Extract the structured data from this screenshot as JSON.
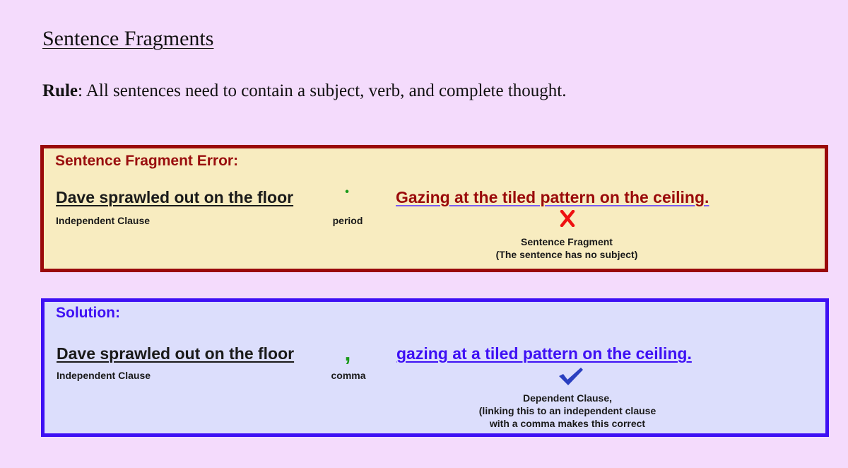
{
  "page": {
    "title": "Sentence Fragments",
    "rule_label": "Rule",
    "rule_text": ":  All sentences need to contain a subject, verb, and complete thought."
  },
  "error_box": {
    "heading": "Sentence Fragment Error:",
    "independent_clause": "Dave sprawled out on the floor",
    "independent_clause_label": "Independent Clause",
    "punctuation_mark": "•",
    "punctuation_label": "period",
    "fragment": "Gazing at the tiled pattern on the ceiling.",
    "mark_icon": "red-x-icon",
    "note_line1": "Sentence Fragment",
    "note_line2": "(The sentence has no subject)",
    "colors": {
      "border": "#9a0a0a",
      "background": "#f8ecc0",
      "text": "#990e0e",
      "mark": "#ee1111"
    }
  },
  "solution_box": {
    "heading": "Solution:",
    "independent_clause": "Dave sprawled out on the floor",
    "independent_clause_label": "Independent Clause",
    "punctuation_mark": ",",
    "punctuation_label": "comma",
    "dependent_clause": "gazing at a tiled pattern on the ceiling.",
    "mark_icon": "checkmark-icon",
    "note_line1": "Dependent Clause,",
    "note_line2": "(linking this to an independent clause",
    "note_line3": "with a comma makes this correct",
    "colors": {
      "border": "#3e10f4",
      "background": "#dcdefc",
      "text": "#3e10f4",
      "mark": "#2a3fc0"
    }
  },
  "colors": {
    "page_background": "#f4dbfc",
    "punctuation": "#1a9a1a"
  }
}
